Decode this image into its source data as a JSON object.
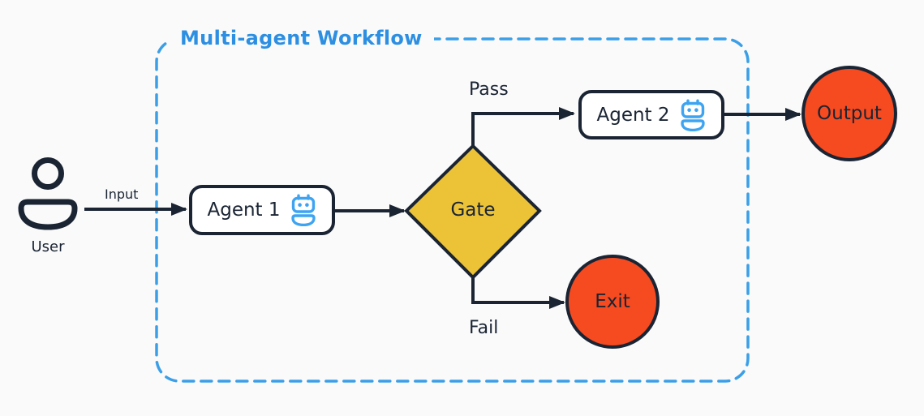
{
  "group": {
    "title": "Multi-agent Workflow",
    "title_color": "#2d8fe2",
    "border_color": "#3b9fe8"
  },
  "nodes": {
    "user": {
      "label": "User",
      "icon": "user-icon"
    },
    "agent1": {
      "label": "Agent 1",
      "icon": "robot-icon"
    },
    "agent2": {
      "label": "Agent 2",
      "icon": "robot-icon"
    },
    "gate": {
      "label": "Gate",
      "shape": "diamond",
      "fill": "#ecc337"
    },
    "output": {
      "label": "Output",
      "shape": "circle",
      "fill": "#f64a20"
    },
    "exit": {
      "label": "Exit",
      "shape": "circle",
      "fill": "#f64a20"
    }
  },
  "edges": {
    "input": {
      "label": "Input",
      "from": "user",
      "to": "agent1"
    },
    "agent1_to_gate": {
      "from": "agent1",
      "to": "gate"
    },
    "pass": {
      "label": "Pass",
      "from": "gate",
      "to": "agent2"
    },
    "agent2_to_output": {
      "from": "agent2",
      "to": "output"
    },
    "fail": {
      "label": "Fail",
      "from": "gate",
      "to": "exit"
    }
  },
  "colors": {
    "background": "#fafafa",
    "line": "#1a2433",
    "node_border": "#1a2433",
    "node_fill": "#ffffff",
    "robot_icon_blue": "#3ea4f2"
  }
}
